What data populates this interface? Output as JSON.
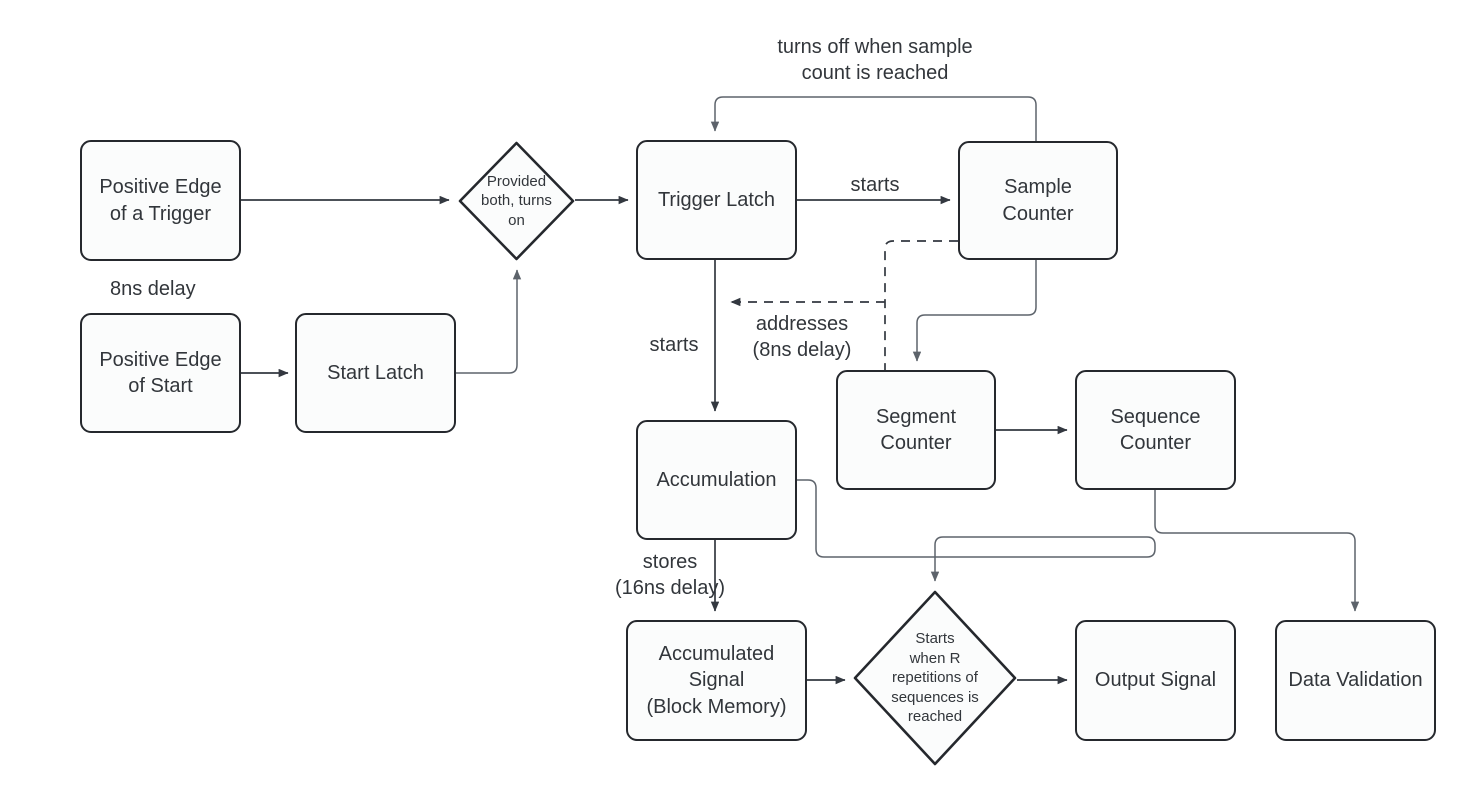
{
  "diagram": {
    "title": "Trigger / Accumulation FPGA Signal Flow",
    "colors": {
      "stroke": "#25282d",
      "wire_dark": "#333840",
      "wire_light": "#6f747b",
      "node_fill": "#fbfcfc",
      "text": "#32363b"
    },
    "nodes": {
      "positive_edge_trigger": "Positive Edge\nof a Trigger",
      "positive_edge_start": "Positive Edge\nof Start",
      "start_latch": "Start Latch",
      "provided_both": "Provided\nboth, turns\non",
      "trigger_latch": "Trigger Latch",
      "sample_counter": "Sample\nCounter",
      "segment_counter": "Segment\nCounter",
      "sequence_counter": "Sequence\nCounter",
      "accumulation": "Accumulation",
      "accumulated_signal": "Accumulated\nSignal\n(Block Memory)",
      "starts_when_r": "Starts\nwhen R\nrepetitions of\nsequences is\nreached",
      "output_signal": "Output Signal",
      "data_validation": "Data Validation"
    },
    "edge_labels": {
      "ns8_delay": "8ns delay",
      "turns_off": "turns off when sample\ncount is reached",
      "starts_sample": "starts",
      "starts_accumulation": "starts",
      "addresses": "addresses\n(8ns delay)",
      "stores": "stores\n(16ns delay)"
    }
  }
}
